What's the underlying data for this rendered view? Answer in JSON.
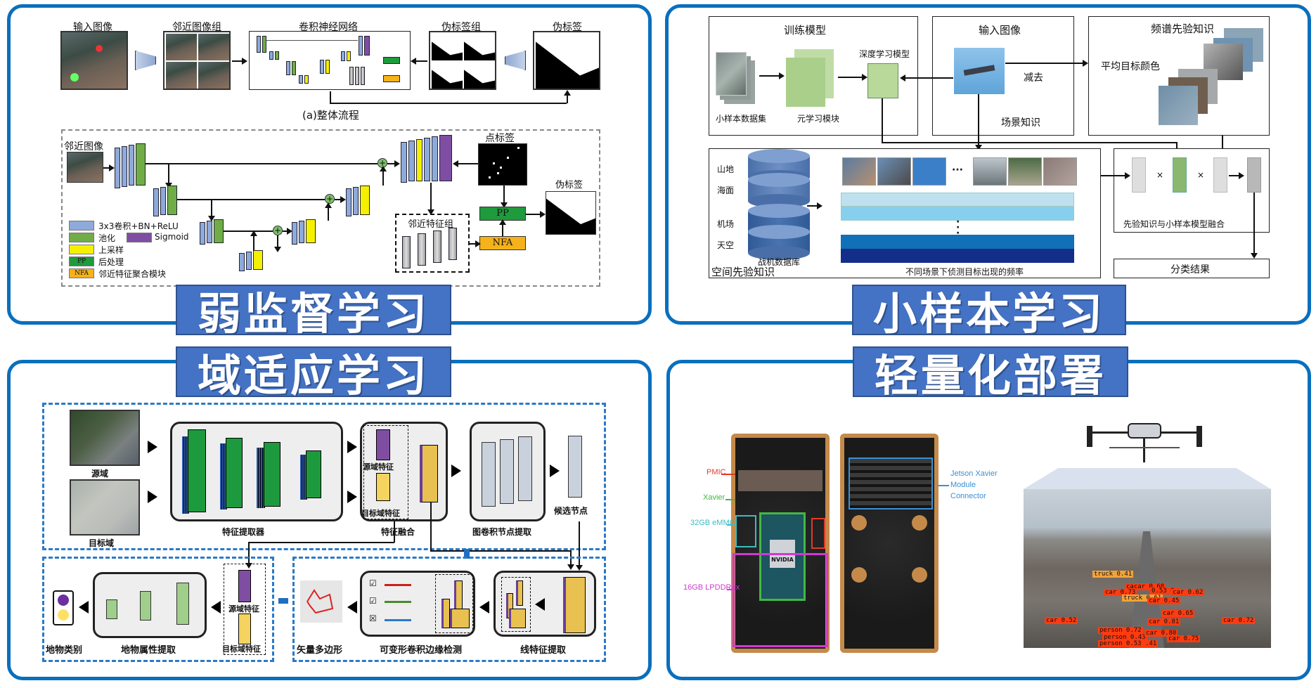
{
  "banners": {
    "weak": "弱监督学习",
    "fewshot": "小样本学习",
    "domain": "域适应学习",
    "light": "轻量化部署"
  },
  "weak_supervision": {
    "pipeline": {
      "input_image": "输入图像",
      "neighbor_group": "邻近图像组",
      "cnn": "卷积神经网络",
      "pseudo_group": "伪标签组",
      "pseudo_label": "伪标签",
      "caption": "(a)整体流程"
    },
    "detail": {
      "neighbor_image": "邻近图像",
      "point_label": "点标签",
      "neighbor_feature_group": "邻近特征组",
      "pseudo_label": "伪标签",
      "pp": "PP",
      "nfa": "NFA"
    },
    "legend": [
      {
        "swatch": "",
        "label": "3x3卷积+BN+ReLU",
        "color": "#8eaadb"
      },
      {
        "swatch": "",
        "label": "池化",
        "color": "#70ad47"
      },
      {
        "swatch": "",
        "label": "Sigmoid",
        "color": "#7f4ea3"
      },
      {
        "swatch": "",
        "label": "上采样",
        "color": "#f5f000"
      },
      {
        "swatch": "PP",
        "label": "后处理",
        "color": "#1f9a3c"
      },
      {
        "swatch": "NFA",
        "label": "邻近特征聚合模块",
        "color": "#f5b21a"
      }
    ]
  },
  "few_shot": {
    "train_box": {
      "title": "训练模型",
      "dataset": "小样本数据集",
      "meta_module": "元学习模块",
      "dl_model": "深度学习模型"
    },
    "input_box": {
      "title": "输入图像",
      "subtract": "减去",
      "scene": "场景知识"
    },
    "spectral_box": {
      "title": "频谱先验知识",
      "avg_color": "平均目标颜色"
    },
    "spatial_box": {
      "title": "空间先验知识",
      "scenes": [
        "山地",
        "海面",
        "机场",
        "天空"
      ],
      "db": "战机数据库",
      "freq": "不同场景下侦测目标出现的频率",
      "ellipsis": "···"
    },
    "fusion_box": {
      "title": "先验知识与小样本模型融合",
      "times": "×"
    },
    "result": "分类结果"
  },
  "domain_adaptation": {
    "source": "源域",
    "target": "目标域",
    "extractor": "特征提取器",
    "source_feat": "源域特征",
    "target_feat": "目标域特征",
    "fusion": "特征融合",
    "gcn": "图卷积节点提取",
    "candidates": "候选节点",
    "class": "地物类别",
    "attr": "地物属性提取",
    "source_feat2": "源域特征",
    "target_feat2": "目标域特征",
    "polygon": "矢量多边形",
    "deform": "可变形卷积边缘检测",
    "line": "线特征提取",
    "check_on": "☑",
    "check_off": "☒"
  },
  "lightweight": {
    "board_labels": {
      "pmic": "PMIC",
      "xavier": "Xavier",
      "emmc": "32GB eMMC",
      "lpddr": "16GB LPDDR4x",
      "connector_1": "Jetson Xavier",
      "connector_2": "Module",
      "connector_3": "Connector",
      "nvidia": "NVIDIA"
    },
    "detections": [
      {
        "label": "truck 0.41",
        "kind": "orange"
      },
      {
        "label": "cacar 0.68",
        "kind": "red"
      },
      {
        "label": "car 0.73",
        "kind": "red"
      },
      {
        "label": "truck 0.61",
        "kind": "orange"
      },
      {
        "label": "0.53 0.",
        "kind": "red"
      },
      {
        "label": "car 0.62",
        "kind": "red"
      },
      {
        "label": "car 0.45",
        "kind": "red"
      },
      {
        "label": "car 0.65",
        "kind": "red"
      },
      {
        "label": "car 0.81",
        "kind": "red"
      },
      {
        "label": "car 0.52",
        "kind": "red"
      },
      {
        "label": "car 0.72",
        "kind": "red"
      },
      {
        "label": "person 0.72",
        "kind": "red"
      },
      {
        "label": "person 0.43",
        "kind": "red"
      },
      {
        "label": "person 0.53 .41",
        "kind": "red"
      },
      {
        "label": "car 0.80",
        "kind": "red"
      },
      {
        "label": "car 0.75",
        "kind": "red"
      }
    ]
  }
}
